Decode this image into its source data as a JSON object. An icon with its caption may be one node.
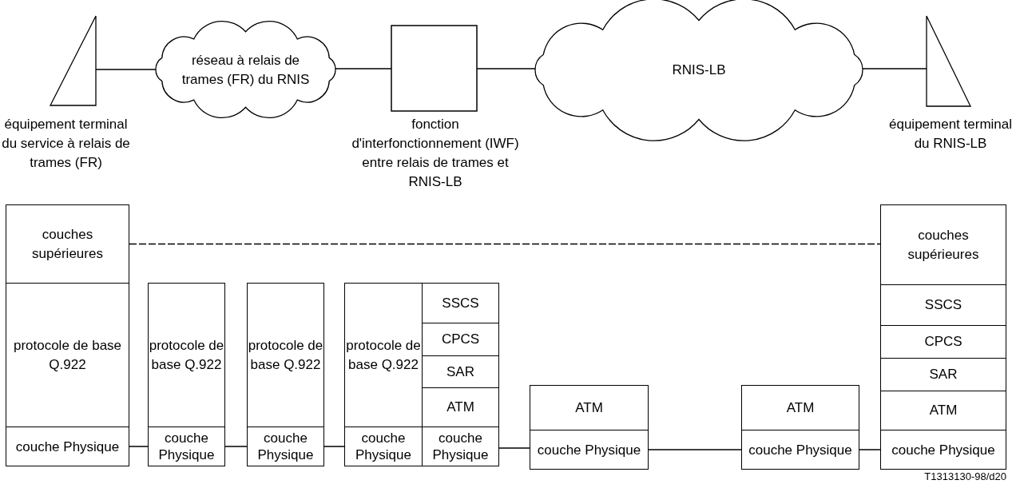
{
  "diagram": {
    "nodes": [
      {
        "text": [
          "équipement terminal du service à relais de trames (FR)"
        ]
      },
      {
        "text": [
          "réseau à relais de trames (FR) du RNIS"
        ]
      },
      {
        "text": [
          "fonction d'interfonctionnement (IWF) entre relais de trames et RNIS-LB"
        ]
      },
      {
        "text": [
          "RNIS-LB"
        ]
      },
      {
        "text": [
          "équipement terminal du RNIS-LB"
        ]
      },
      {
        "text": [
          "couches supérieures"
        ]
      },
      {
        "text": [
          "protocole de base Q.922"
        ]
      },
      {
        "text": [
          "couche Physique"
        ]
      },
      {
        "text": [
          "protocole de base Q.922"
        ]
      },
      {
        "text": [
          "couche Physique"
        ]
      },
      {
        "text": [
          "protocole de base Q.922"
        ]
      },
      {
        "text": [
          "couche Physique"
        ]
      },
      {
        "text": [
          "protocole de base Q.922"
        ]
      },
      {
        "text": [
          "SSCS"
        ]
      },
      {
        "text": [
          "CPCS"
        ]
      },
      {
        "text": [
          "SAR"
        ]
      },
      {
        "text": [
          "ATM"
        ]
      },
      {
        "text": [
          "couche Physique"
        ]
      },
      {
        "text": [
          "couche Physique"
        ]
      },
      {
        "text": [
          "ATM"
        ]
      },
      {
        "text": [
          "couche Physique"
        ]
      },
      {
        "text": [
          "ATM"
        ]
      },
      {
        "text": [
          "couche Physique"
        ]
      },
      {
        "text": [
          "couches supérieures"
        ]
      },
      {
        "text": [
          "SSCS"
        ]
      },
      {
        "text": [
          "CPCS"
        ]
      },
      {
        "text": [
          "SAR"
        ]
      },
      {
        "text": [
          "ATM"
        ]
      },
      {
        "text": [
          "couche Physique"
        ]
      }
    ],
    "edges": [
      {
        "from": 0,
        "to": 1,
        "arrow": "none"
      },
      {
        "from": 1,
        "to": 2,
        "arrow": "none"
      },
      {
        "from": 2,
        "to": 3,
        "arrow": "none"
      },
      {
        "from": 3,
        "to": 4,
        "arrow": "none"
      },
      {
        "from": 5,
        "to": 23,
        "arrow": "none",
        "style": "dashed"
      },
      {
        "from": 7,
        "to": 9,
        "arrow": "none"
      },
      {
        "from": 9,
        "to": 11,
        "arrow": "none"
      },
      {
        "from": 11,
        "to": 17,
        "arrow": "none"
      },
      {
        "from": 18,
        "to": 20,
        "arrow": "none"
      },
      {
        "from": 20,
        "to": 22,
        "arrow": "none"
      },
      {
        "from": 22,
        "to": 28,
        "arrow": "none"
      }
    ],
    "labels": [
      "T1313130-98/d20"
    ]
  }
}
